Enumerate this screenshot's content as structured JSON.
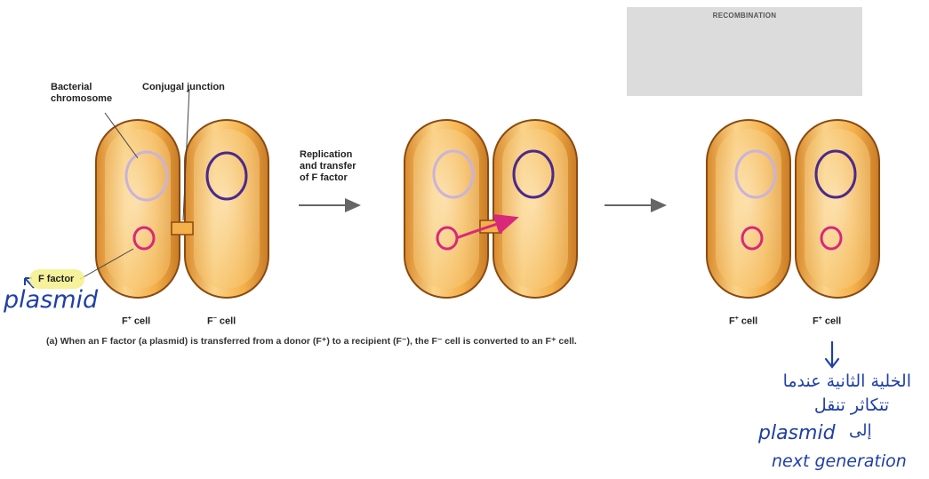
{
  "recombination": {
    "title": "RECOMBINATION"
  },
  "labels": {
    "bacterial_chromosome_1": "Bacterial",
    "bacterial_chromosome_2": "chromosome",
    "conjugal_junction": "Conjugal junction",
    "replication_1": "Replication",
    "replication_2": "and transfer",
    "replication_3": "of F factor",
    "f_factor": "F factor",
    "cells": [
      {
        "superscript": "+",
        "prefix": "F"
      },
      {
        "superscript": "−",
        "prefix": "F"
      },
      {
        "superscript": "+",
        "prefix": "F"
      },
      {
        "superscript": "+",
        "prefix": "F"
      }
    ],
    "cell_suffix": "cell"
  },
  "caption": "(a) When an F factor (a plasmid) is transferred from a donor (F⁺) to a recipient (F⁻), the F⁻ cell is converted to an F⁺ cell.",
  "handwriting": {
    "plasmid_left": "plasmid",
    "arabic_line1": "الخلية الثانية عندما",
    "arabic_line2": "تتكاثر تنقل",
    "plasmid_right": "plasmid",
    "arabic_ila": "إلى",
    "next_generation": "next generation"
  },
  "colors": {
    "cell_fill": "#f4b04a",
    "cell_inner": "#fbe0a6",
    "cell_outline": "#8a4a12",
    "donor_chromosome": "#c9b3d9",
    "recipient_chromosome": "#4b2a8a",
    "plasmid": "#d8287a",
    "arrow": "#666666",
    "handwriting": "#1f3fa8",
    "highlight": "#f3f08a"
  }
}
